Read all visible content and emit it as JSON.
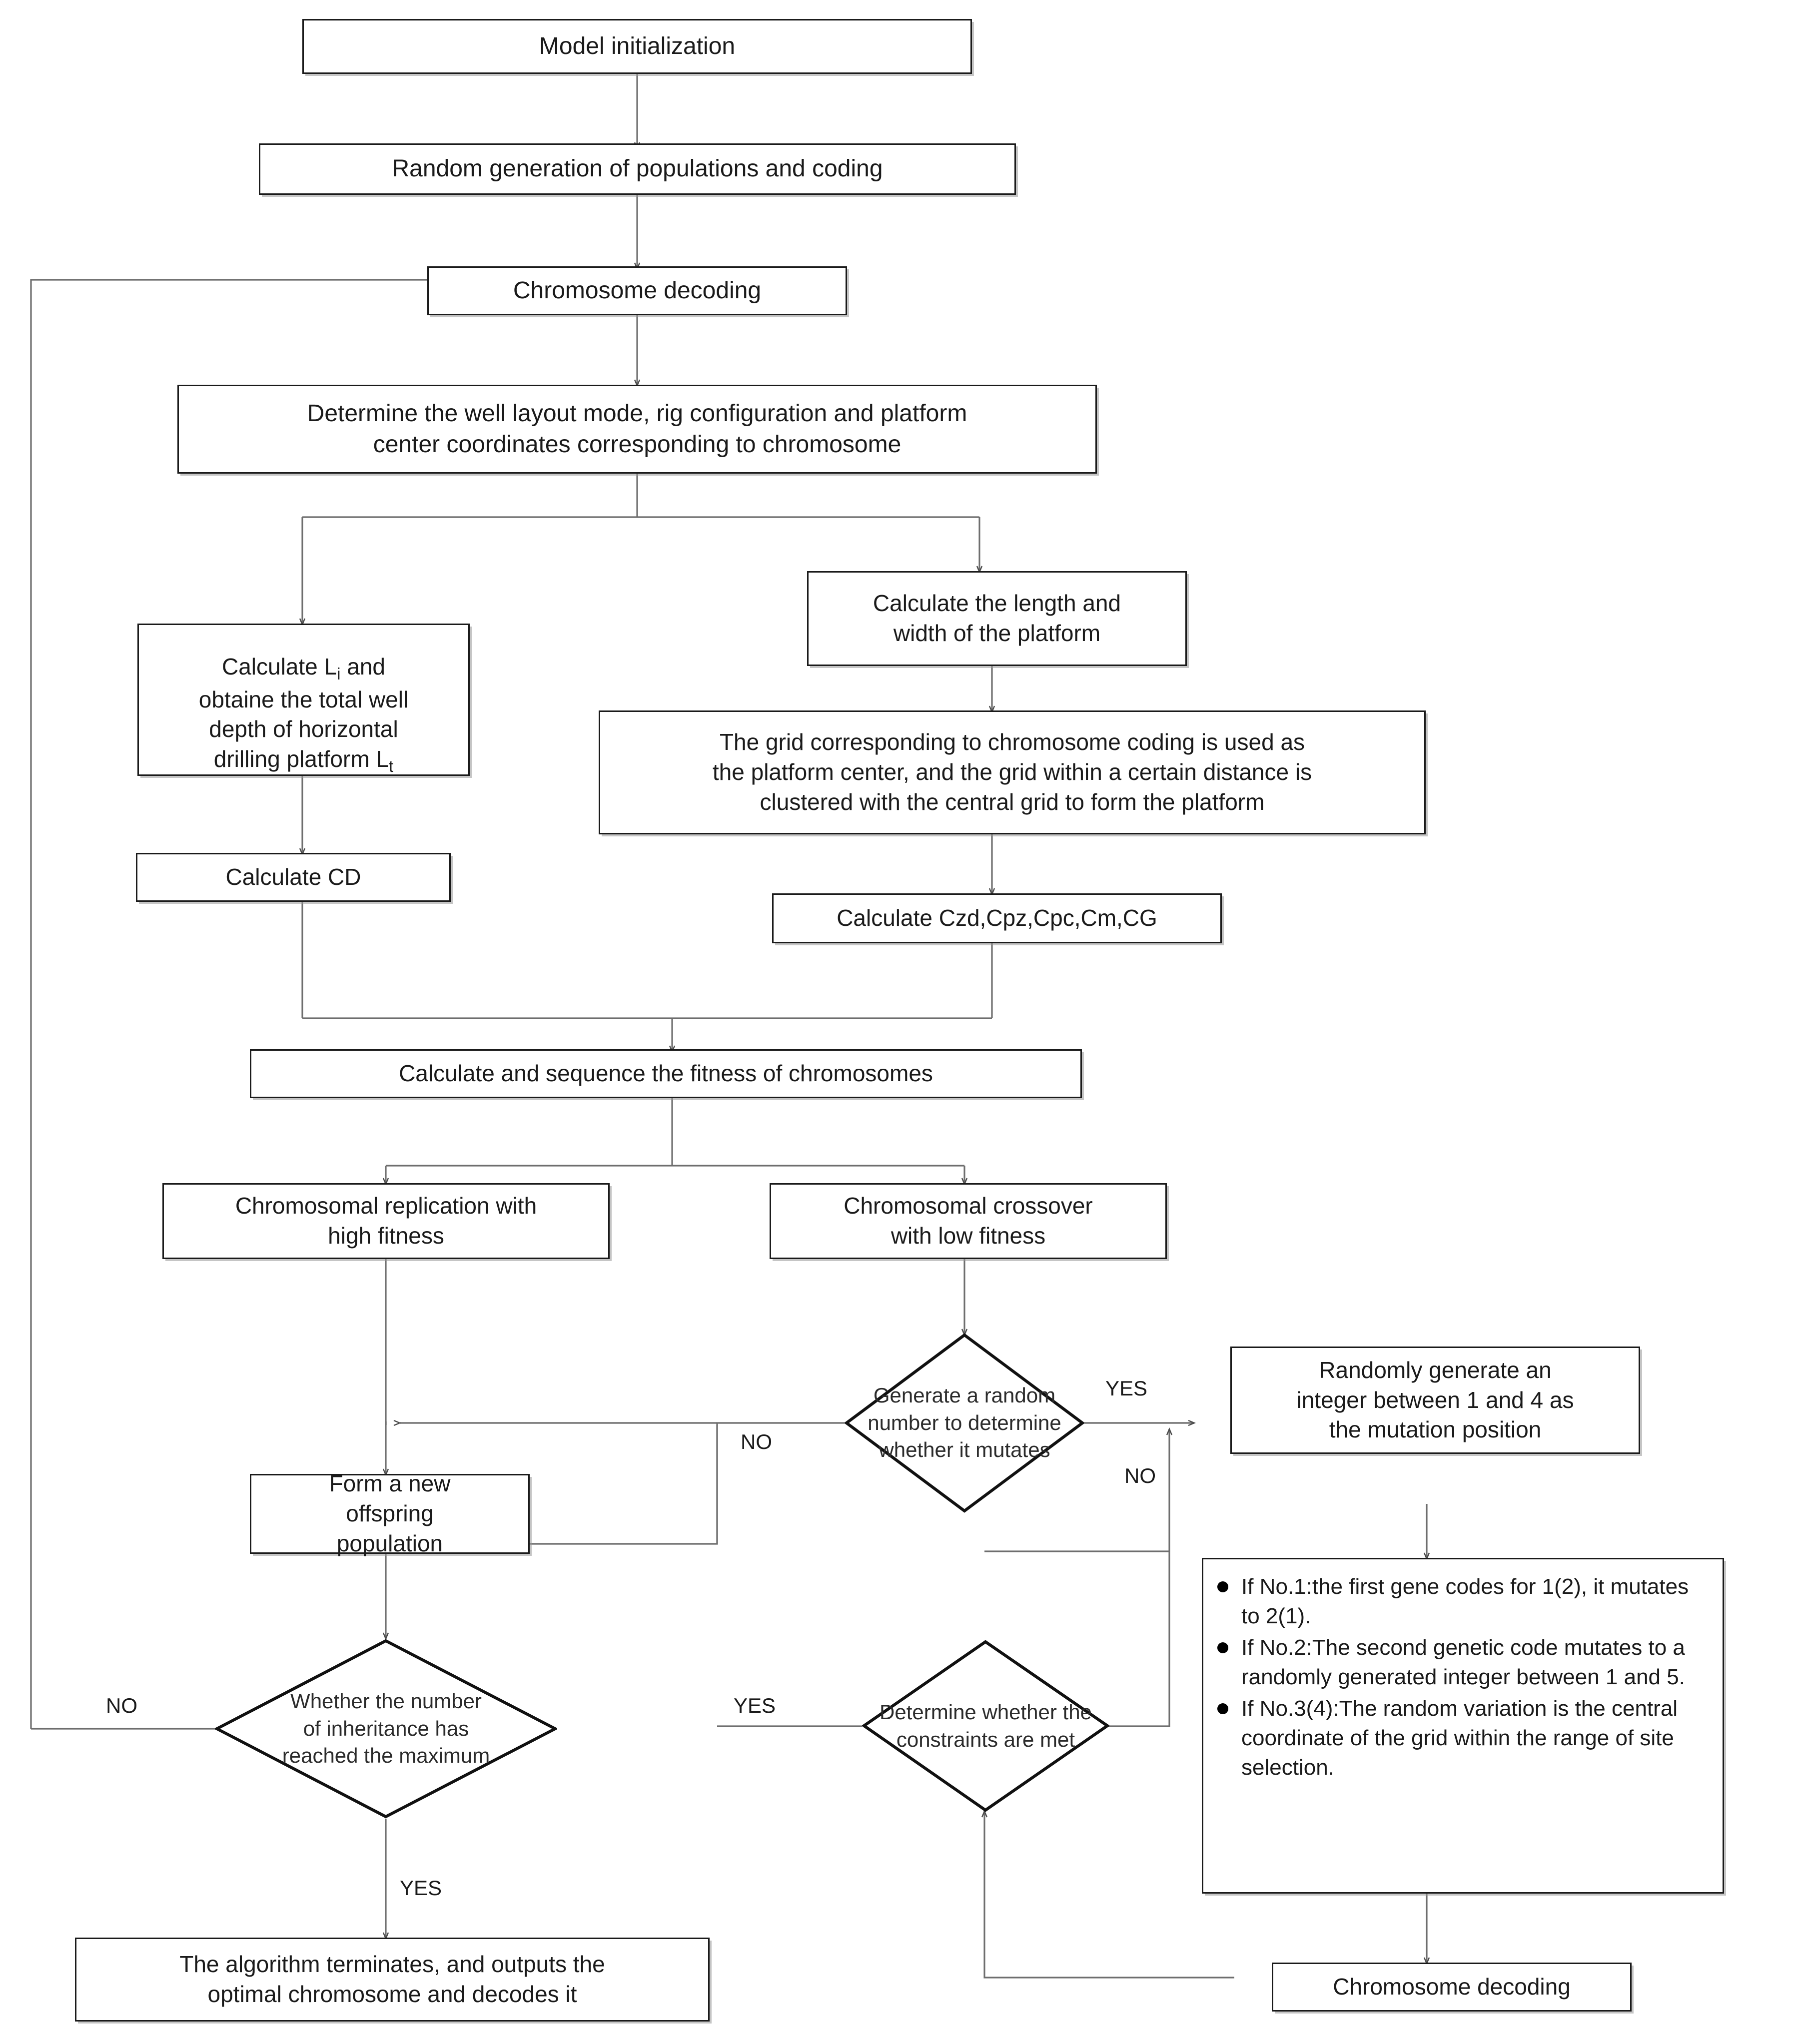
{
  "diagram": {
    "title": "Genetic algorithm flowchart for well layout and platform optimization",
    "stroke_color": "#1a1a1a",
    "accent_shadow": "#969696",
    "background": "#ffffff"
  },
  "nodes": {
    "model_init": "Model initialization",
    "random_generation": "Random generation of populations and coding",
    "chromosome_decoding_top": "Chromosome decoding",
    "determine_layout": "Determine the well layout mode, rig configuration and platform\ncenter coordinates corresponding to chromosome",
    "calculate_li": "Calculate L",
    "calculate_li_sub1": "i",
    "calculate_li_rest": " and\nobtaine the total well\ndepth of horizontal\ndrilling platform L",
    "calculate_li_sub2": "t",
    "calculate_cd": "Calculate CD",
    "calculate_length_width": "Calculate the length and\nwidth of the platform",
    "grid_cluster": "The grid corresponding to chromosome coding is used as\nthe platform center, and the grid within a certain distance is\nclustered with the central grid to form the platform",
    "calculate_costs": "Calculate Czd,Cpz,Cpc,Cm,CG",
    "calculate_fitness": "Calculate and sequence the fitness of chromosomes",
    "replication_high": "Chromosomal replication with\nhigh fitness",
    "crossover_low": "Chromosomal crossover\nwith low fitness",
    "form_offspring": "Form a new\noffspring\npopulation",
    "random_integer": "Randomly generate an\ninteger between 1 and 4 as\nthe mutation position",
    "chromosome_decoding_bottom": "Chromosome decoding",
    "algorithm_terminates": "The algorithm terminates, and outputs the\noptimal chromosome and decodes it"
  },
  "decisions": {
    "mutate_check": "Generate a random\nnumber to determine\nwhether it mutates",
    "inheritance_check": "Whether the number\nof inheritance has\nreached the maximum",
    "constraints_check": "Determine whether the\nconstraints are met"
  },
  "mutation_rules": [
    "If No.1:the first gene codes for 1(2), it mutates to 2(1).",
    "If No.2:The second genetic code mutates to a randomly generated integer between 1 and 5.",
    "If No.3(4):The random variation is the central coordinate of the grid within the range of site selection."
  ],
  "edge_labels": {
    "mutate_yes": "YES",
    "mutate_no": "NO",
    "mutate_return_no": "NO",
    "inheritance_no": "NO",
    "inheritance_yes": "YES",
    "constraints_yes": "YES"
  }
}
